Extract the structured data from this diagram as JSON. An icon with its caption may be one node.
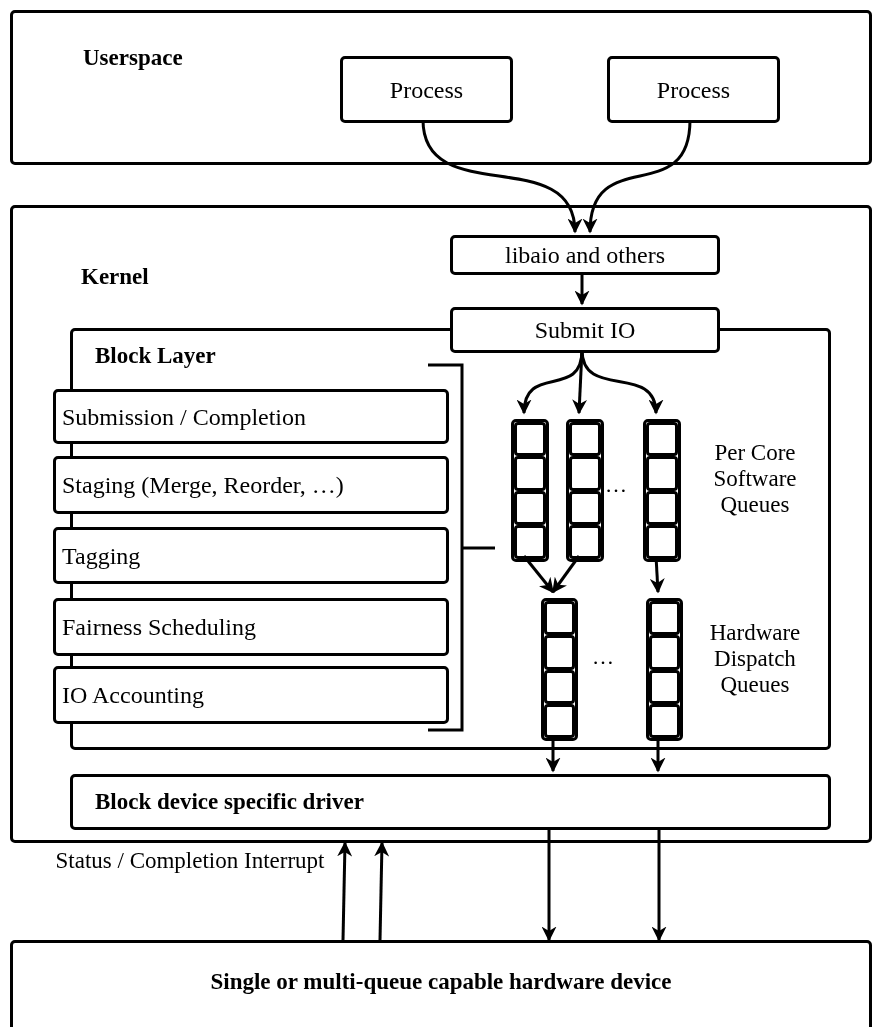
{
  "diagram": {
    "nodes": [
      {
        "text": [
          "Userspace"
        ]
      },
      {
        "text": [
          "Process"
        ],
        "in": 0
      },
      {
        "text": [
          "Process"
        ],
        "in": 0
      },
      {
        "text": [
          "Kernel"
        ]
      },
      {
        "text": [
          "libaio and others"
        ],
        "in": 3
      },
      {
        "text": [
          "Block Layer"
        ],
        "in": 3
      },
      {
        "text": [
          "Submit IO"
        ],
        "in": 3
      },
      {
        "text": [
          "Submission / Completion"
        ],
        "in": 5
      },
      {
        "text": [
          "Staging (Merge, Reorder, …)"
        ],
        "in": 5
      },
      {
        "text": [
          "Tagging"
        ],
        "in": 5
      },
      {
        "text": [
          "Fairness Scheduling"
        ],
        "in": 5
      },
      {
        "text": [
          "IO Accounting"
        ],
        "in": 5
      },
      {
        "text": [],
        "shape": "queue",
        "in": 5
      },
      {
        "text": [],
        "shape": "queue",
        "in": 5
      },
      {
        "text": [],
        "shape": "queue",
        "in": 5
      },
      {
        "text": [],
        "shape": "queue",
        "in": 5
      },
      {
        "text": [],
        "shape": "queue",
        "in": 5
      },
      {
        "text": [
          "Block device specific driver"
        ],
        "in": 3
      },
      {
        "text": [
          "Single or multi-queue capable hardware device"
        ]
      }
    ],
    "edges": [
      {
        "from": 1,
        "to": 4,
        "arrow": "to"
      },
      {
        "from": 2,
        "to": 4,
        "arrow": "to"
      },
      {
        "from": 4,
        "to": 6,
        "arrow": "to"
      },
      {
        "from": 6,
        "to": 12,
        "arrow": "to"
      },
      {
        "from": 6,
        "to": 13,
        "arrow": "to"
      },
      {
        "from": 6,
        "to": 14,
        "arrow": "to"
      },
      {
        "from": 12,
        "to": 15,
        "arrow": "to"
      },
      {
        "from": 13,
        "to": 15,
        "arrow": "to"
      },
      {
        "from": 14,
        "to": 16,
        "arrow": "to"
      },
      {
        "from": 15,
        "to": 17,
        "arrow": "to"
      },
      {
        "from": 16,
        "to": 17,
        "arrow": "to"
      },
      {
        "from": 17,
        "to": 18,
        "arrow": "to"
      },
      {
        "from": 17,
        "to": 18,
        "arrow": "to"
      },
      {
        "from": 18,
        "to": 3,
        "arrow": "to"
      },
      {
        "from": 18,
        "to": 3,
        "arrow": "to"
      }
    ],
    "labels": [
      "…",
      "Per Core Software Queues",
      "…",
      "Hardware Dispatch Queues",
      "Status / Completion Interrupt"
    ]
  }
}
